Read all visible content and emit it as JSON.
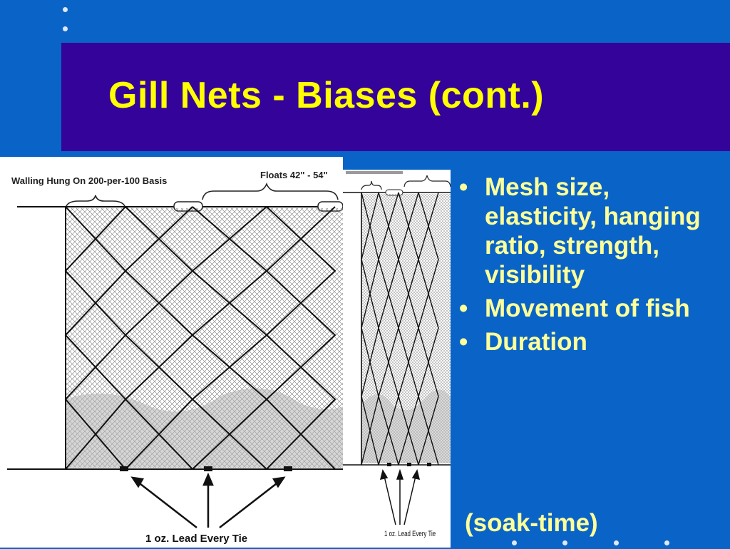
{
  "slide": {
    "title": "Gill Nets - Biases (cont.)",
    "colors": {
      "background": "#0a64c8",
      "title_bar": "#33039a",
      "title_text": "#ffff00",
      "bullet_text": "#ffff99"
    }
  },
  "figure_left": {
    "label_walling": "Walling Hung On 200-per-100 Basis",
    "label_floats": "Floats 42\" - 54\"",
    "label_lead": "1 oz. Lead Every Tie"
  },
  "figure_right": {
    "label_lead": "1 oz. Lead Every Tie"
  },
  "bullets": {
    "marker": "•",
    "items": [
      "Mesh size, elasticity, hanging ratio, strength, visibility",
      "Movement of fish",
      "Duration"
    ],
    "continuation": "(soak-time)"
  }
}
